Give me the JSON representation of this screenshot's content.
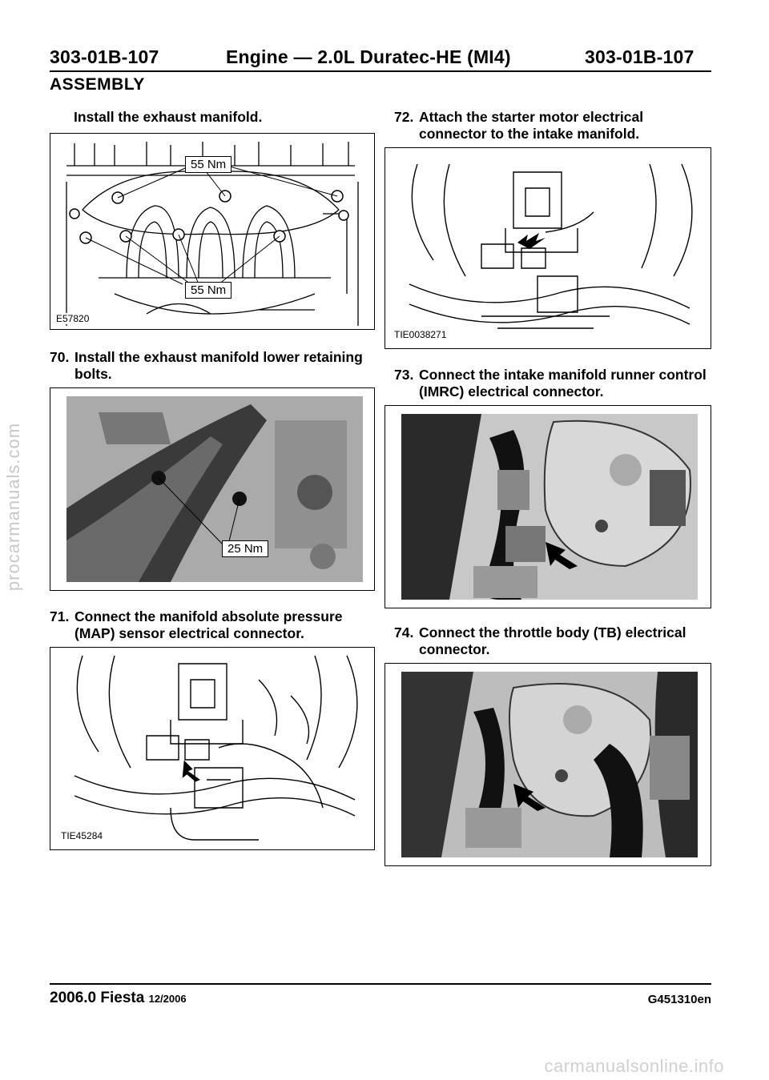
{
  "header": {
    "code_left": "303-01B-107",
    "title": "Engine — 2.0L Duratec-HE (MI4)",
    "code_right": "303-01B-107"
  },
  "section": "ASSEMBLY",
  "steps": {
    "s69": {
      "text": "Install the exhaust manifold."
    },
    "s70": {
      "num": "70.",
      "text": "Install the exhaust manifold lower retaining bolts."
    },
    "s71": {
      "num": "71.",
      "text": "Connect the manifold absolute pressure (MAP) sensor electrical connector."
    },
    "s72": {
      "num": "72.",
      "text": "Attach the starter motor electrical connector to the intake manifold."
    },
    "s73": {
      "num": "73.",
      "text": "Connect the intake manifold runner control (IMRC) electrical connector."
    },
    "s74": {
      "num": "74.",
      "text": "Connect the throttle body (TB) electrical connector."
    }
  },
  "figures": {
    "f69": {
      "id": "E57820",
      "torque_top": "55 Nm",
      "torque_bottom": "55 Nm"
    },
    "f70": {
      "torque": "25 Nm"
    },
    "f71": {
      "id": "TIE45284"
    },
    "f72": {
      "id": "TIE0038271"
    },
    "f73": {
      "id": ""
    },
    "f74": {
      "id": ""
    }
  },
  "footer": {
    "model": "2006.0 Fiesta",
    "date": "12/2006",
    "doc_id": "G451310en"
  },
  "watermarks": {
    "side": "procarmanuals.com",
    "bottom": "carmanualsonline.info"
  }
}
